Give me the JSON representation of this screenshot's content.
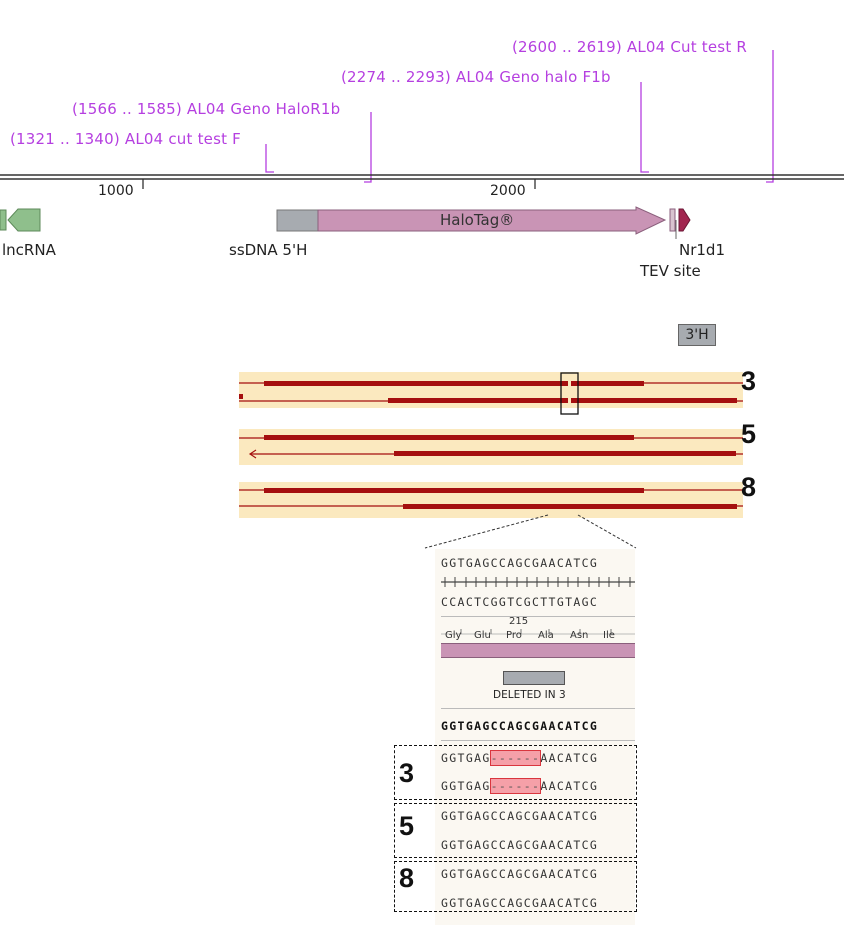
{
  "primers": [
    {
      "label": "(1321 .. 1340) AL04 cut test F"
    },
    {
      "label": "(1566 .. 1585) AL04 Geno HaloR1b"
    },
    {
      "label": "(2274 .. 2293) AL04 Geno halo F1b"
    },
    {
      "label": "(2600 .. 2619) AL04 Cut test R"
    }
  ],
  "ruler": {
    "ticks": [
      "1000",
      "2000"
    ]
  },
  "features": {
    "lncrna": "lncRNA",
    "ssdna": "ssDNA 5'H",
    "halotag": "HaloTag®",
    "nr1d1": "Nr1d1",
    "tev": "TEV site",
    "three_h": "3'H"
  },
  "colors": {
    "primer": "#b53fe0",
    "halotag": "#c994b5",
    "lncrna": "#8fbf8c",
    "ssdna": "#a7abb0",
    "read": "#a50f0f",
    "read_bg": "#fbe9bf",
    "deletion": "#f5a0a8"
  },
  "samples": [
    {
      "id": "3"
    },
    {
      "id": "5"
    },
    {
      "id": "8"
    }
  ],
  "zoom": {
    "top_strand": "GGTGAGCCAGCGAACATCG",
    "bottom_strand": "CCACTCGGTCGCTTGTAGC",
    "position": "215",
    "amino_acids": [
      "Gly",
      "Glu",
      "Pro",
      "Ala",
      "Asn",
      "Ile"
    ],
    "deletion_label": "DELETED IN 3",
    "consensus": "GGTGAGCCAGCGAACATCG",
    "reads": [
      {
        "sample": "3",
        "left": "GGTGAG",
        "gap": "------",
        "right": "AACATCG"
      },
      {
        "sample": "3",
        "left": "GGTGAG",
        "gap": "------",
        "right": "AACATCG"
      },
      {
        "sample": "5",
        "seq": "GGTGAGCCAGCGAACATCG"
      },
      {
        "sample": "5",
        "seq": "GGTGAGCCAGCGAACATCG"
      },
      {
        "sample": "8",
        "seq": "GGTGAGCCAGCGAACATCG"
      },
      {
        "sample": "8",
        "seq": "GGTGAGCCAGCGAACATCG"
      }
    ]
  }
}
